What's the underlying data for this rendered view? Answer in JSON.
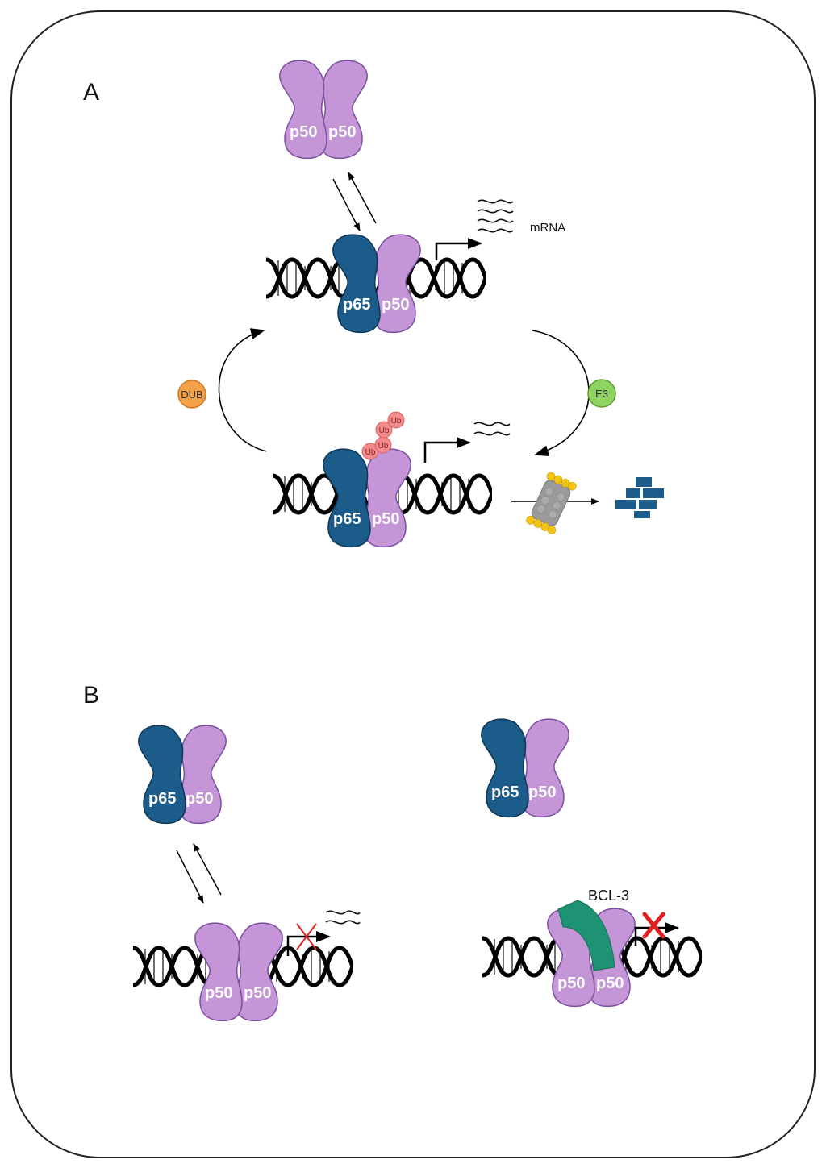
{
  "panels": {
    "a": "A",
    "b": "B"
  },
  "labels": {
    "mrna": "mRNA",
    "bcl3": "BCL-3",
    "dub": "DUB",
    "e3": "E3",
    "ub": "Ub"
  },
  "subunits": {
    "p50": "p50",
    "p65": "p65"
  },
  "colors": {
    "p50": "#c496d8",
    "p50_stroke": "#7a4fa0",
    "p65": "#1c5c8a",
    "p65_stroke": "#0e3656",
    "dub": "#f4a14a",
    "e3": "#8fd45e",
    "ub": "#f28c8c",
    "bcl3": "#1e9373",
    "proteasome_ring": "#f2c514",
    "proteasome_core": "#9a9a9a",
    "peptides": "#1c5c8a",
    "block_x": "#e02020"
  }
}
